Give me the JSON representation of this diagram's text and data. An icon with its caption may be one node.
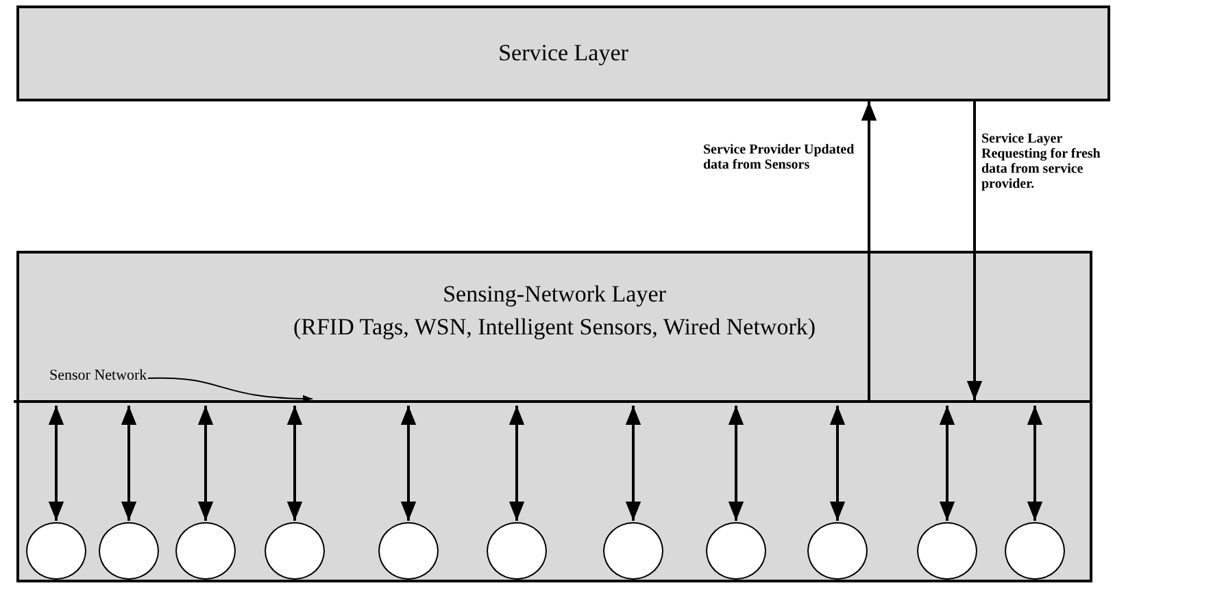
{
  "diagram": {
    "nodes": [
      {
        "text": [
          "Service Layer"
        ]
      },
      {
        "text": [
          "Sensing-Network Layer",
          "(RFID  Tags, WSN, Intelligent Sensors, Wired Network)"
        ]
      },
      {
        "text": [
          "Sensor Network"
        ],
        "in": 1
      },
      {
        "text": [],
        "shape": "bar",
        "in": 1
      },
      {
        "text": [],
        "shape": "circle",
        "in": 1
      },
      {
        "text": [],
        "shape": "circle",
        "in": 1
      },
      {
        "text": [],
        "shape": "circle",
        "in": 1
      },
      {
        "text": [],
        "shape": "circle",
        "in": 1
      },
      {
        "text": [],
        "shape": "circle",
        "in": 1
      },
      {
        "text": [],
        "shape": "circle",
        "in": 1
      },
      {
        "text": [],
        "shape": "circle",
        "in": 1
      },
      {
        "text": [],
        "shape": "circle",
        "in": 1
      },
      {
        "text": [],
        "shape": "circle",
        "in": 1
      },
      {
        "text": [],
        "shape": "circle",
        "in": 1
      },
      {
        "text": [],
        "shape": "circle",
        "in": 1
      }
    ],
    "edges": [
      {
        "from": 2,
        "to": 3,
        "arrow": "to"
      },
      {
        "from": 3,
        "to": 4,
        "arrow": "both"
      },
      {
        "from": 3,
        "to": 5,
        "arrow": "both"
      },
      {
        "from": 3,
        "to": 6,
        "arrow": "both"
      },
      {
        "from": 3,
        "to": 7,
        "arrow": "both"
      },
      {
        "from": 3,
        "to": 8,
        "arrow": "both"
      },
      {
        "from": 3,
        "to": 9,
        "arrow": "both"
      },
      {
        "from": 3,
        "to": 10,
        "arrow": "both"
      },
      {
        "from": 3,
        "to": 11,
        "arrow": "both"
      },
      {
        "from": 3,
        "to": 12,
        "arrow": "both"
      },
      {
        "from": 3,
        "to": 13,
        "arrow": "both"
      },
      {
        "from": 3,
        "to": 14,
        "arrow": "both"
      },
      {
        "from": 3,
        "to": 0,
        "arrow": "to",
        "label": "Service Provider Updated data from Sensors"
      },
      {
        "from": 0,
        "to": 3,
        "arrow": "to",
        "label": "Service Layer Requesting for fresh data from service provider."
      }
    ]
  }
}
